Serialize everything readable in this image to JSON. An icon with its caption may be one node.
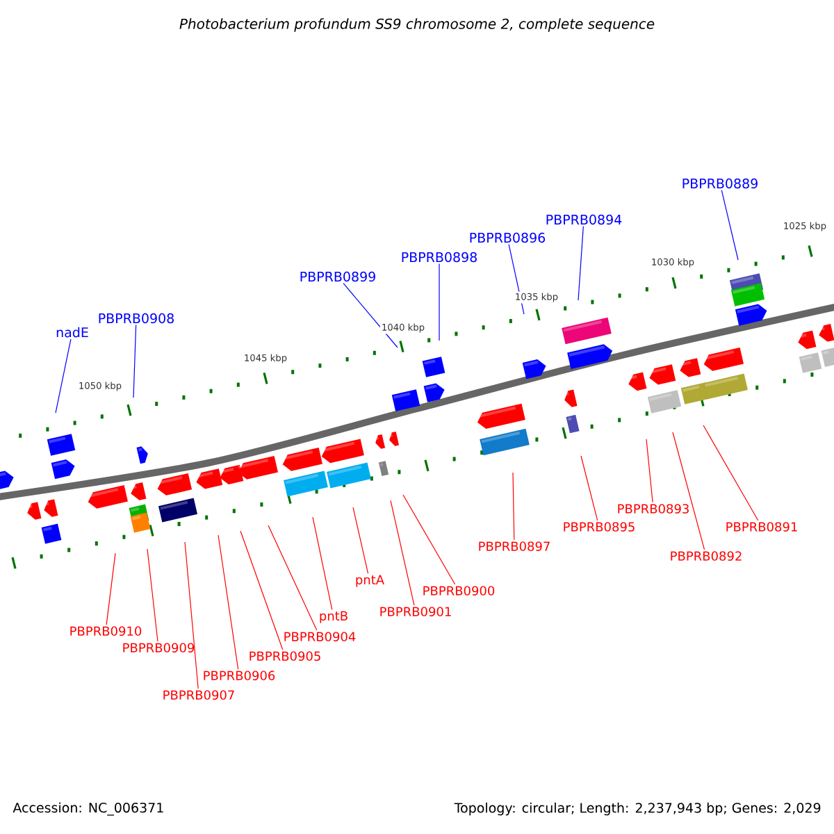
{
  "diagram": {
    "title": "Photobacterium profundum SS9 chromosome 2, complete sequence",
    "nodes": [
      {
        "text": [
          "nadE"
        ]
      },
      {
        "text": [
          "PBPRB0908"
        ]
      },
      {
        "text": [
          "PBPRB0899"
        ]
      },
      {
        "text": [
          "PBPRB0898"
        ]
      },
      {
        "text": [
          "PBPRB0896"
        ]
      },
      {
        "text": [
          "PBPRB0894"
        ]
      },
      {
        "text": [
          "PBPRB0889"
        ]
      },
      {
        "text": [
          "PBPRB0910"
        ]
      },
      {
        "text": [
          "PBPRB0909"
        ]
      },
      {
        "text": [
          "PBPRB0907"
        ]
      },
      {
        "text": [
          "PBPRB0906"
        ]
      },
      {
        "text": [
          "PBPRB0905"
        ]
      },
      {
        "text": [
          "PBPRB0904"
        ]
      },
      {
        "text": [
          "pntB"
        ]
      },
      {
        "text": [
          "pntA"
        ]
      },
      {
        "text": [
          "PBPRB0901"
        ]
      },
      {
        "text": [
          "PBPRB0900"
        ]
      },
      {
        "text": [
          "PBPRB0897"
        ]
      },
      {
        "text": [
          "PBPRB0895"
        ]
      },
      {
        "text": [
          "PBPRB0893"
        ]
      },
      {
        "text": [
          "PBPRB0892"
        ]
      },
      {
        "text": [
          "PBPRB0891"
        ]
      }
    ],
    "edges": [
      {
        "from": 0,
        "to": null,
        "arrow": "none",
        "color": "#0000ff"
      },
      {
        "from": 1,
        "to": null,
        "arrow": "none",
        "color": "#0000ff"
      },
      {
        "from": 2,
        "to": null,
        "arrow": "none",
        "color": "#0000ff"
      },
      {
        "from": 3,
        "to": null,
        "arrow": "none",
        "color": "#0000ff"
      },
      {
        "from": 4,
        "to": null,
        "arrow": "none",
        "color": "#0000ff"
      },
      {
        "from": 5,
        "to": null,
        "arrow": "none",
        "color": "#0000ff"
      },
      {
        "from": 6,
        "to": null,
        "arrow": "none",
        "color": "#0000ff"
      },
      {
        "from": 7,
        "to": null,
        "arrow": "none"
      },
      {
        "from": 8,
        "to": null,
        "arrow": "none"
      },
      {
        "from": 9,
        "to": null,
        "arrow": "none"
      },
      {
        "from": 10,
        "to": null,
        "arrow": "none"
      },
      {
        "from": 11,
        "to": null,
        "arrow": "none"
      },
      {
        "from": 12,
        "to": null,
        "arrow": "none"
      },
      {
        "from": 13,
        "to": null,
        "arrow": "none"
      },
      {
        "from": 14,
        "to": null,
        "arrow": "none"
      },
      {
        "from": 15,
        "to": null,
        "arrow": "none"
      },
      {
        "from": 16,
        "to": null,
        "arrow": "none"
      },
      {
        "from": 17,
        "to": null,
        "arrow": "none"
      },
      {
        "from": 18,
        "to": null,
        "arrow": "none"
      },
      {
        "from": 19,
        "to": null,
        "arrow": "none"
      },
      {
        "from": 20,
        "to": null,
        "arrow": "none"
      },
      {
        "from": 21,
        "to": null,
        "arrow": "none"
      }
    ],
    "labels": [
      "1050 kbp",
      "1045 kbp",
      "1040 kbp",
      "1035 kbp",
      "1030 kbp",
      "1025 kbp",
      "Accession: NC_006371",
      "Topology: circular; Length: 2,237,943 bp; Genes: 2,029"
    ]
  }
}
